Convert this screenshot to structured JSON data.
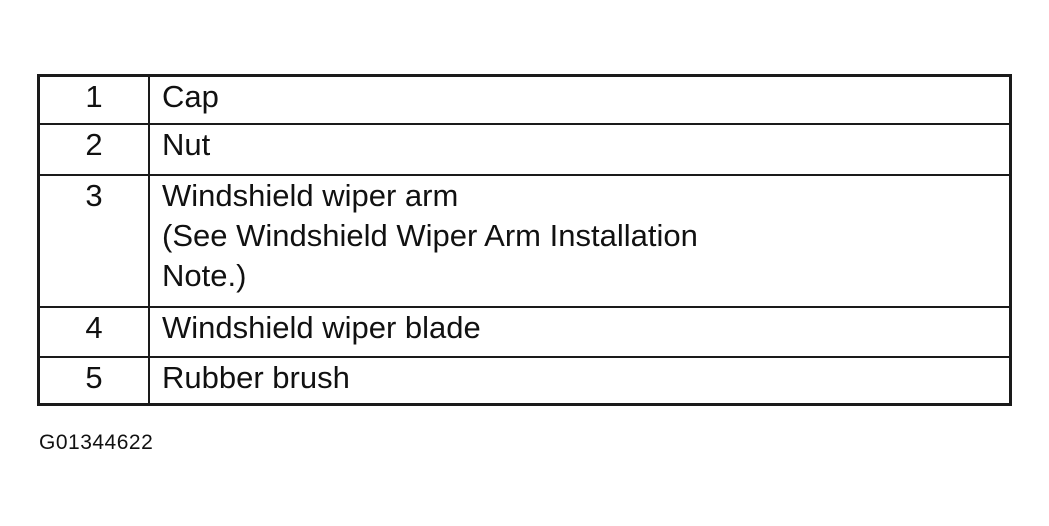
{
  "legend": {
    "rows": [
      {
        "number": "1",
        "lines": [
          "Cap"
        ]
      },
      {
        "number": "2",
        "lines": [
          "Nut"
        ]
      },
      {
        "number": "3",
        "lines": [
          "Windshield wiper arm",
          "(See Windshield Wiper Arm Installation",
          "Note.)"
        ]
      },
      {
        "number": "4",
        "lines": [
          "Windshield wiper blade"
        ]
      },
      {
        "number": "5",
        "lines": [
          "Rubber brush"
        ]
      }
    ]
  },
  "figure_id": "G01344622"
}
